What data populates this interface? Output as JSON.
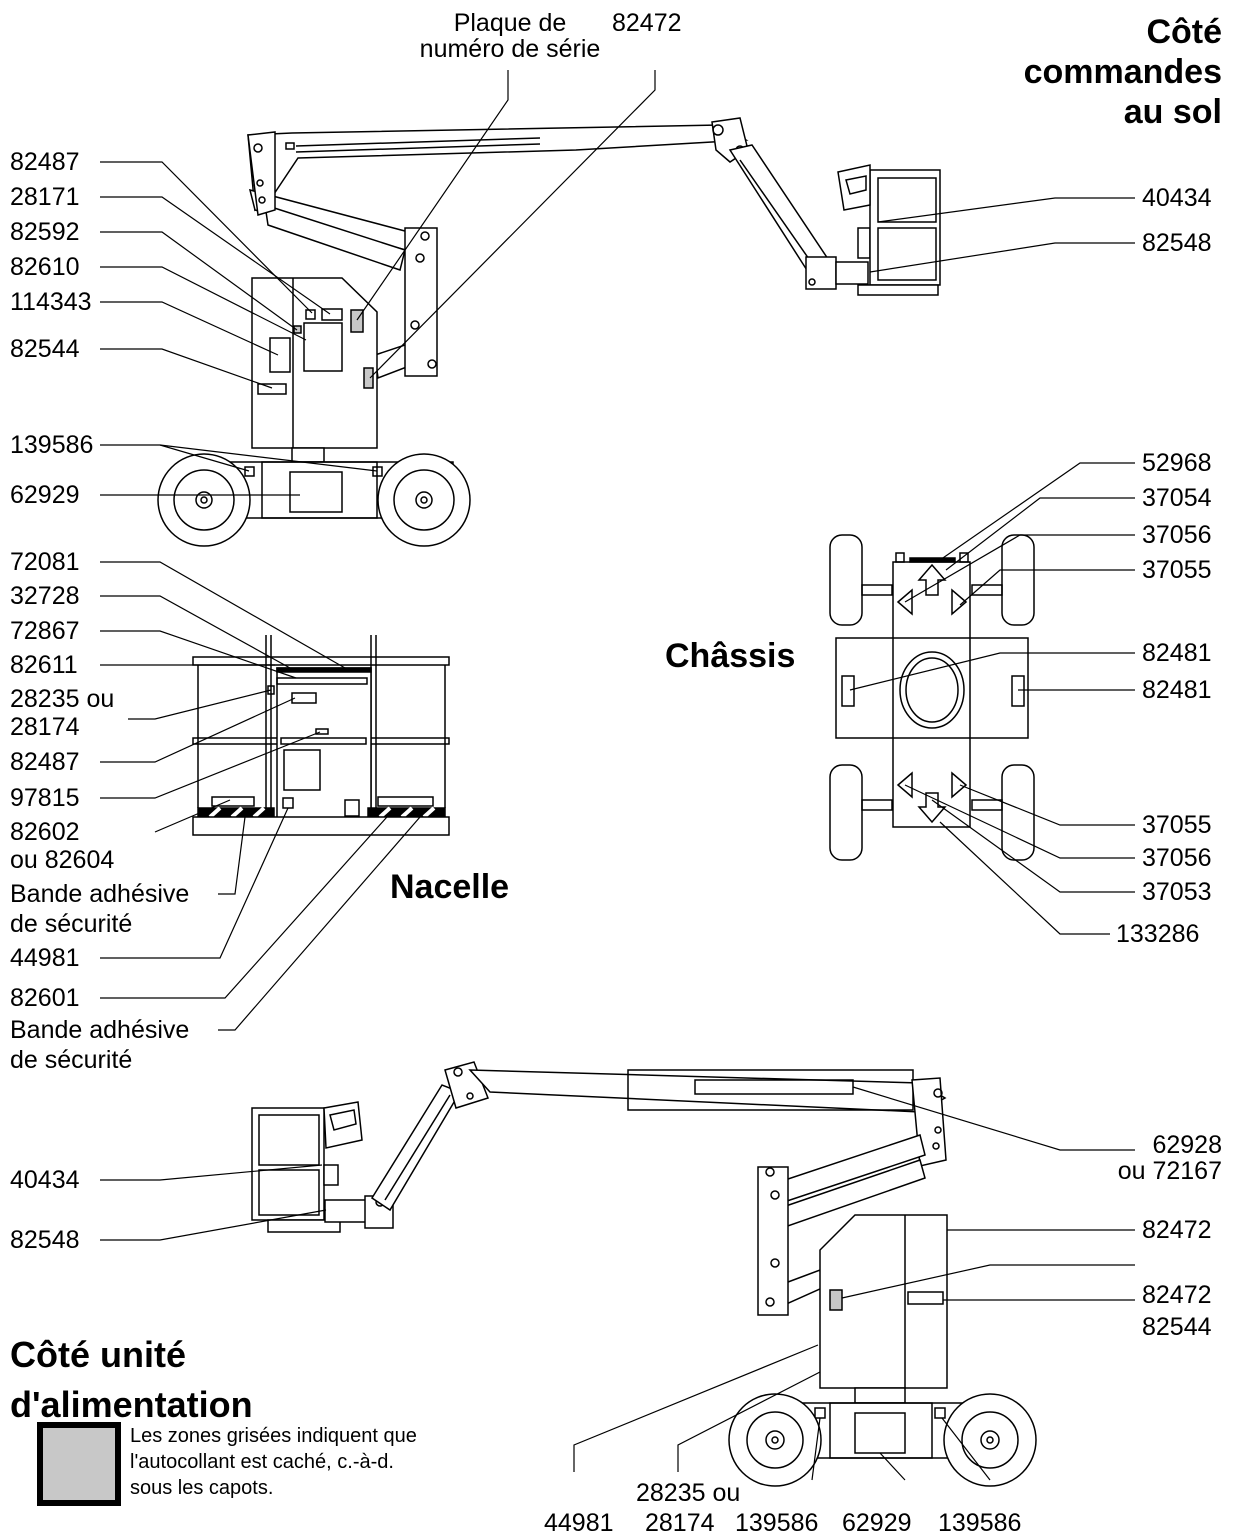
{
  "headings": {
    "ground_side": [
      "Côté",
      "commandes",
      "au sol"
    ],
    "chassis": "Châssis",
    "platform": "Nacelle",
    "power_side": [
      "Côté unité",
      "d'alimentation"
    ]
  },
  "ground_side_labels": {
    "serial_plate": [
      "Plaque de",
      "numéro de série"
    ],
    "top": "82472",
    "left": [
      "82487",
      "28171",
      "82592",
      "82610",
      "114343",
      "82544",
      "139586",
      "62929"
    ],
    "right": [
      "40434",
      "82548"
    ]
  },
  "chassis_labels": {
    "top": [
      "52968",
      "37054",
      "37056",
      "37055"
    ],
    "mid": [
      "82481",
      "82481"
    ],
    "bottom": [
      "37055",
      "37056",
      "37053",
      "133286"
    ]
  },
  "platform_labels": {
    "items": [
      "72081",
      "32728",
      "72867",
      "82611",
      "28235 ou",
      "28174",
      "82487",
      "97815",
      "82602",
      "ou 82604"
    ],
    "tape1": [
      "Bande adhésive",
      "de sécurité"
    ],
    "after": [
      "44981",
      "82601"
    ],
    "tape2": [
      "Bande adhésive",
      "de sécurité"
    ]
  },
  "power_side_labels": {
    "left": [
      "40434",
      "82548"
    ],
    "right": [
      "62928",
      "ou 72167",
      "82472",
      "82472",
      "82544"
    ],
    "bottom": [
      "44981",
      "28235 ou",
      "28174",
      "139586",
      "62929",
      "139586"
    ]
  },
  "legend": {
    "text": [
      "Les zones grisées indiquent que",
      "l'autocollant est caché, c.-à-d.",
      "sous les capots."
    ],
    "swatch_color": "#c8c8c8"
  }
}
